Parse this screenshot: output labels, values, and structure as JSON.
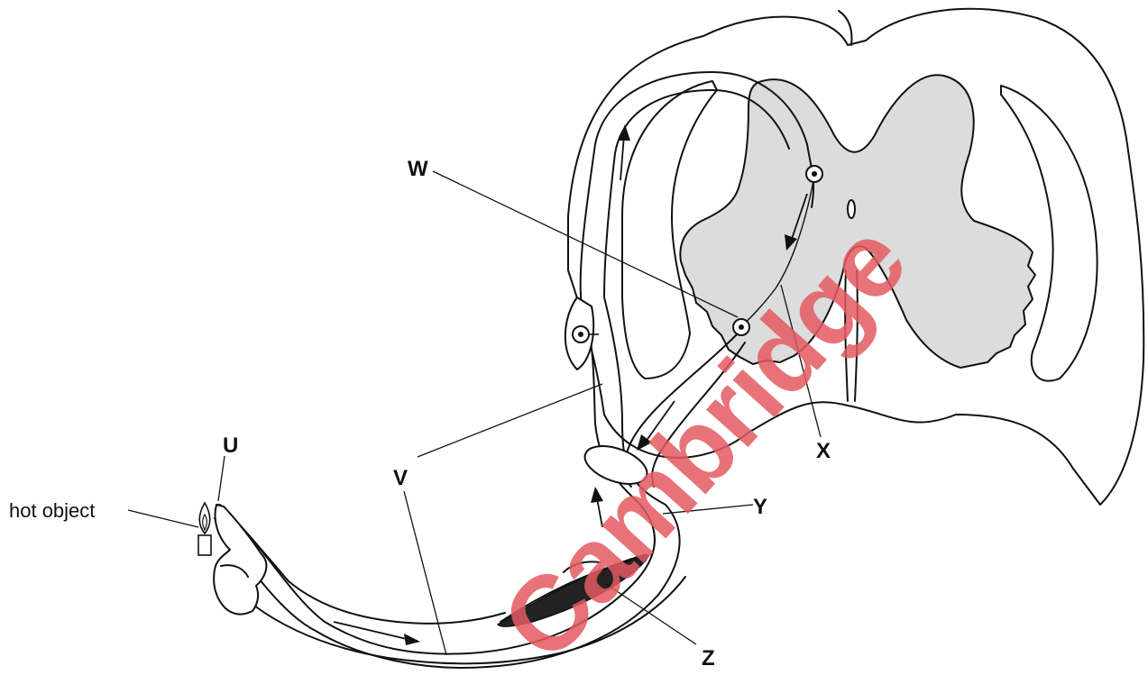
{
  "labels": {
    "U": "U",
    "V": "V",
    "W": "W",
    "X": "X",
    "Y": "Y",
    "Z": "Z",
    "hot_object": "hot object"
  },
  "watermark": {
    "text": "Cambridge",
    "color": "#e35a62"
  },
  "colors": {
    "grey_matter": "#dcdcdc",
    "lines": "#111111"
  },
  "icons": [
    "candle-flame-icon",
    "arrow-icon",
    "cell-body-icon"
  ]
}
